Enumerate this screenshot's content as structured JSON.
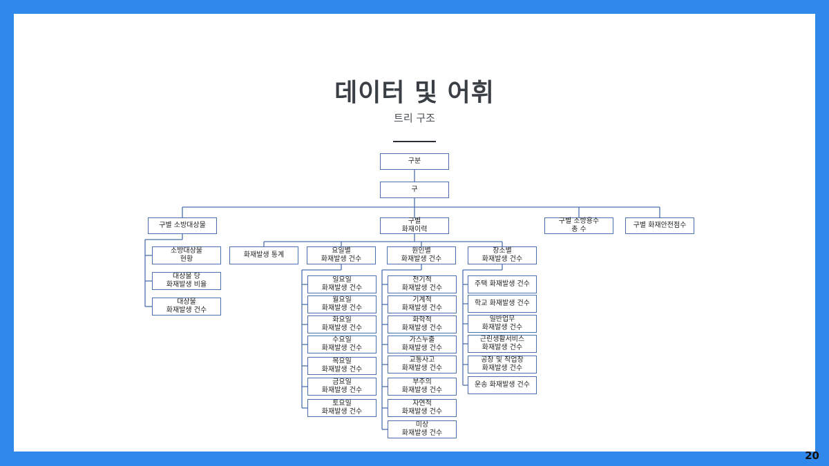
{
  "slide": {
    "title": "데이터 및 어휘",
    "subtitle": "트리 구조",
    "page_number": "20"
  },
  "tree": {
    "root": "구분",
    "level1": "구",
    "branches": {
      "facility": {
        "label": "구별 소방대상물",
        "children": [
          "소방대상물\n현황",
          "대상물 당\n화재발생 비율",
          "대상물\n화재발생 건수"
        ]
      },
      "history": {
        "label": "구별\n화재이력",
        "stats": "화재발생 통계",
        "weekday": {
          "label": "요일별\n화재발생 건수",
          "children": [
            "일요일\n화재발생 건수",
            "월요일\n화재발생 건수",
            "화요일\n화재발생 건수",
            "수요일\n화재발생 건수",
            "목요일\n화재발생 건수",
            "금요일\n화재발생 건수",
            "토요일\n화재발생 건수"
          ]
        },
        "cause": {
          "label": "원인별\n화재발생 건수",
          "children": [
            "전기적\n화재발생 건수",
            "기계적\n화재발생 건수",
            "화학적\n화재발생 건수",
            "가스누출\n화재발생 건수",
            "교통사고\n화재발생 건수",
            "부주의\n화재발생 건수",
            "자연적\n화재발생 건수",
            "미상\n화재발생 건수"
          ]
        },
        "place": {
          "label": "장소별\n화재발생 건수",
          "children": [
            "주택 화재발생 건수",
            "학교 화재발생 건수",
            "일반업무\n화재발생 건수",
            "근린생활서비스\n화재발생 건수",
            "공장 및 작업장\n화재발생 건수",
            "운송 화재발생 건수"
          ]
        }
      },
      "fire_water": {
        "label": "구별 소방용수\n총 수"
      },
      "safety": {
        "label": "구별 화재안전점수"
      }
    }
  }
}
